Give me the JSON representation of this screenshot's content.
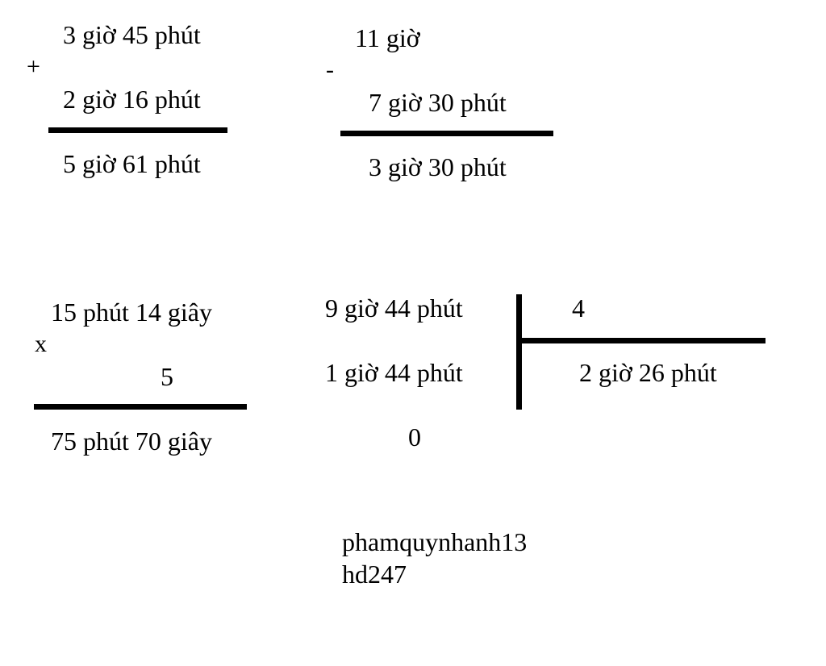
{
  "addition": {
    "operator": "+",
    "operand1": "3 giờ 45 phút",
    "operand2": "2 giờ 16 phút",
    "result": "5 giờ 61 phút"
  },
  "subtraction": {
    "operator": "-",
    "operand1": "11 giờ",
    "operand2": "7 giờ 30 phút",
    "result": "3 giờ 30 phút"
  },
  "multiplication": {
    "operator": "x",
    "operand1": "15 phút 14 giây",
    "operand2": "5",
    "result": "75 phút 70 giây"
  },
  "division": {
    "dividend": "9 giờ 44 phút",
    "remainder_step": "1 giờ 44 phút",
    "remainder": "0",
    "divisor": "4",
    "quotient": "2 giờ 26 phút"
  },
  "watermark": {
    "line1": "phamquynhanh13",
    "line2": "hd247"
  }
}
